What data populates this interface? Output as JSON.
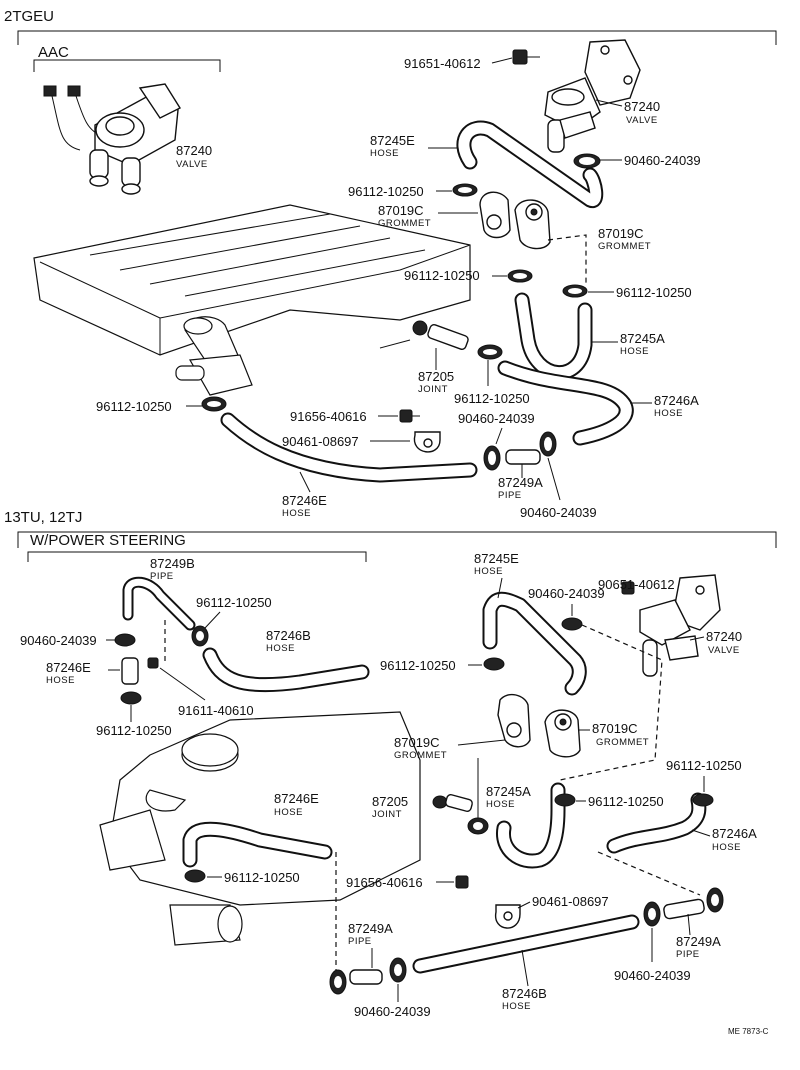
{
  "sections": {
    "top_title": "2TGEU",
    "aac_label": "AAC",
    "bottom_title": "13TU, 12TJ",
    "ps_label": "W/POWER STEERING"
  },
  "top": {
    "aac_part": "87240",
    "aac_part_desc": "VALVE",
    "p_91651": "91651-40612",
    "p_87240": "87240",
    "p_87240_desc": "VALVE",
    "p_87245E": "87245E",
    "p_87245E_desc": "HOSE",
    "p_90460_a": "90460-24039",
    "p_96112_a": "96112-10250",
    "p_87019C_l": "87019C",
    "p_87019C_l_desc": "GROMMET",
    "p_87019C_r": "87019C",
    "p_87019C_r_desc": "GROMMET",
    "p_96112_b": "96112-10250",
    "p_96112_c": "96112-10250",
    "p_87245A": "87245A",
    "p_87245A_desc": "HOSE",
    "p_87205": "87205",
    "p_87205_desc": "JOINT",
    "p_96112_d": "96112-10250",
    "p_87246A": "87246A",
    "p_87246A_desc": "HOSE",
    "p_96112_e": "96112-10250",
    "p_91656": "91656-40616",
    "p_90460_b": "90460-24039",
    "p_90461": "90461-08697",
    "p_87249A": "87249A",
    "p_87249A_desc": "PIPE",
    "p_87246E": "87246E",
    "p_87246E_desc": "HOSE",
    "p_90460_c": "90460-24039"
  },
  "bottom": {
    "p_87249B": "87249B",
    "p_87249B_desc": "PIPE",
    "p_96112_a": "96112-10250",
    "p_87246B_t": "87246B",
    "p_87246B_t_desc": "HOSE",
    "p_90460_a": "90460-24039",
    "p_87246E_l": "87246E",
    "p_87246E_l_desc": "HOSE",
    "p_91611": "91611-40610",
    "p_96112_b": "96112-10250",
    "p_87245E": "87245E",
    "p_87245E_desc": "HOSE",
    "p_90651": "90651-40612",
    "p_90460_b": "90460-24039",
    "p_87240": "87240",
    "p_87240_desc": "VALVE",
    "p_96112_c": "96112-10250",
    "p_87019C_r": "87019C",
    "p_87019C_r_desc": "GROMMET",
    "p_87019C_l": "87019C",
    "p_87019C_l_desc": "GROMMET",
    "p_96112_d": "96112-10250",
    "p_87246E_m": "87246E",
    "p_87246E_m_desc": "HOSE",
    "p_87205": "87205",
    "p_87205_desc": "JOINT",
    "p_87245A": "87245A",
    "p_87245A_desc": "HOSE",
    "p_96112_e": "96112-10250",
    "p_87246A": "87246A",
    "p_87246A_desc": "HOSE",
    "p_96112_f": "96112-10250",
    "p_91656": "91656-40616",
    "p_90461": "90461-08697",
    "p_87249A_l": "87249A",
    "p_87249A_l_desc": "PIPE",
    "p_87249A_r": "87249A",
    "p_87249A_r_desc": "PIPE",
    "p_90460_c": "90460-24039",
    "p_87246B_b": "87246B",
    "p_87246B_b_desc": "HOSE",
    "p_90460_d": "90460-24039"
  },
  "figure_code": "ME 7873-C"
}
